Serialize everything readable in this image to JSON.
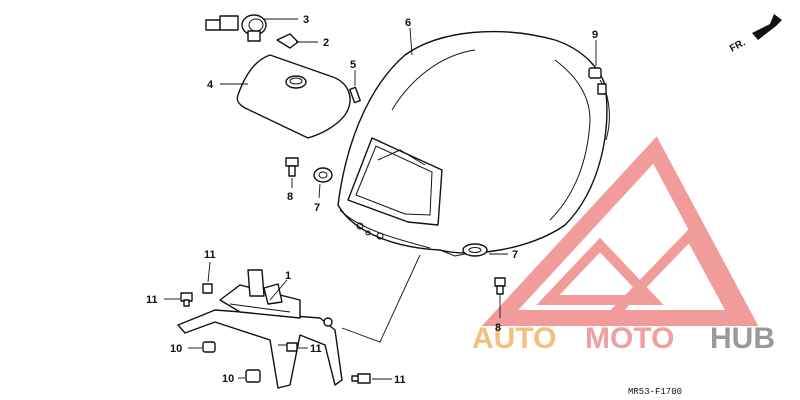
{
  "direction_label": "FR.",
  "callouts": {
    "c1": "1",
    "c2": "2",
    "c3": "3",
    "c4": "4",
    "c5": "5",
    "c6": "6",
    "c7a": "7",
    "c7b": "7",
    "c8a": "8",
    "c8b": "8",
    "c9": "9",
    "c10a": "10",
    "c10b": "10",
    "c11a": "11",
    "c11b": "11",
    "c11c": "11",
    "c11d": "11"
  },
  "diagram_code": "MR53-F1700",
  "watermark": {
    "part1": "AUTO",
    "part2": "MOTO",
    "part3": "HUB"
  },
  "colors": {
    "watermark_red": "#f08a8a",
    "watermark_orange": "#f2c078",
    "watermark_gray": "#9a9a9a"
  }
}
